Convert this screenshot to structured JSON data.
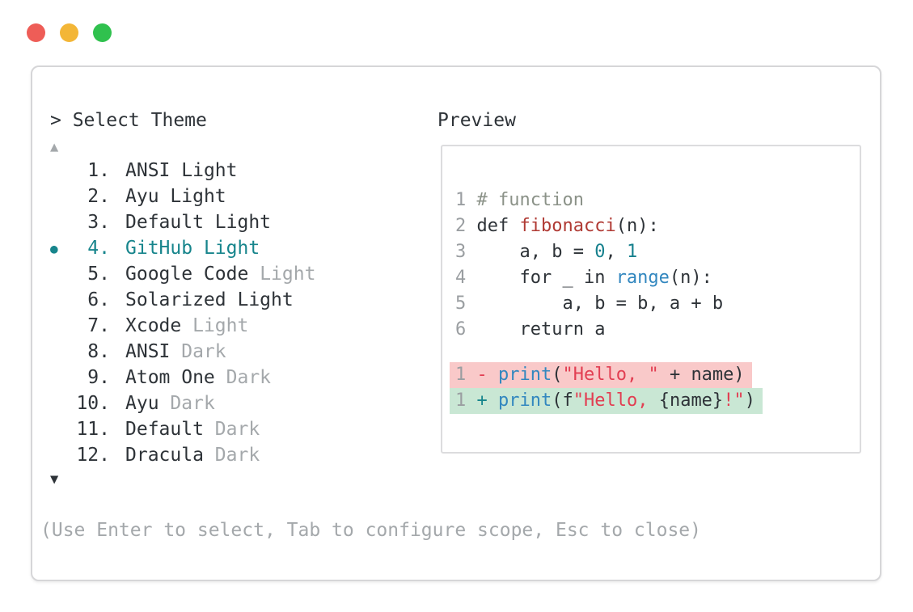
{
  "window": {
    "traffic_lights": [
      {
        "name": "close",
        "color_key": "traffic_red"
      },
      {
        "name": "minimize",
        "color_key": "traffic_yellow"
      },
      {
        "name": "zoom",
        "color_key": "traffic_green"
      }
    ]
  },
  "prompt": "> Select Theme",
  "scroll_up_indicator": "▲",
  "scroll_down_indicator": "▼",
  "selected_marker": "●",
  "themes": [
    {
      "number": "1.",
      "name": "ANSI",
      "variant": "Light",
      "variant_dim": false,
      "selected": false
    },
    {
      "number": "2.",
      "name": "Ayu",
      "variant": "Light",
      "variant_dim": false,
      "selected": false
    },
    {
      "number": "3.",
      "name": "Default",
      "variant": "Light",
      "variant_dim": false,
      "selected": false
    },
    {
      "number": "4.",
      "name": "GitHub",
      "variant": "Light",
      "variant_dim": false,
      "selected": true
    },
    {
      "number": "5.",
      "name": "Google Code",
      "variant": "Light",
      "variant_dim": true,
      "selected": false
    },
    {
      "number": "6.",
      "name": "Solarized",
      "variant": "Light",
      "variant_dim": false,
      "selected": false
    },
    {
      "number": "7.",
      "name": "Xcode",
      "variant": "Light",
      "variant_dim": true,
      "selected": false
    },
    {
      "number": "8.",
      "name": "ANSI",
      "variant": "Dark",
      "variant_dim": true,
      "selected": false
    },
    {
      "number": "9.",
      "name": "Atom One",
      "variant": "Dark",
      "variant_dim": true,
      "selected": false
    },
    {
      "number": "10.",
      "name": "Ayu",
      "variant": "Dark",
      "variant_dim": true,
      "selected": false
    },
    {
      "number": "11.",
      "name": "Default",
      "variant": "Dark",
      "variant_dim": true,
      "selected": false
    },
    {
      "number": "12.",
      "name": "Dracula",
      "variant": "Dark",
      "variant_dim": true,
      "selected": false
    }
  ],
  "hint": "(Use Enter to select, Tab to configure scope, Esc to close)",
  "preview": {
    "label": "Preview",
    "code_lines": [
      {
        "line_num": "1",
        "tokens": [
          [
            "cm",
            "# function"
          ]
        ]
      },
      {
        "line_num": "2",
        "tokens": [
          [
            "pl",
            "def "
          ],
          [
            "fn",
            "fibonacci"
          ],
          [
            "pl",
            "(n):"
          ]
        ]
      },
      {
        "line_num": "3",
        "tokens": [
          [
            "pl",
            "    a, b = "
          ],
          [
            "num",
            "0"
          ],
          [
            "pl",
            ", "
          ],
          [
            "num",
            "1"
          ]
        ]
      },
      {
        "line_num": "4",
        "tokens": [
          [
            "pl",
            "    for _ in "
          ],
          [
            "kw",
            "range"
          ],
          [
            "pl",
            "(n):"
          ]
        ]
      },
      {
        "line_num": "5",
        "tokens": [
          [
            "pl",
            "        a, b = b, a + b"
          ]
        ]
      },
      {
        "line_num": "6",
        "tokens": [
          [
            "pl",
            "    return a"
          ]
        ]
      }
    ],
    "diff_lines": [
      {
        "line_num": "1",
        "sign": "-",
        "kind": "removed",
        "tokens": [
          [
            "kw",
            "print"
          ],
          [
            "pl",
            "("
          ],
          [
            "str",
            "\"Hello, \""
          ],
          [
            "pl",
            " + name)"
          ]
        ]
      },
      {
        "line_num": "1",
        "sign": "+",
        "kind": "added",
        "tokens": [
          [
            "kw",
            "print"
          ],
          [
            "pl",
            "(f"
          ],
          [
            "str",
            "\"Hello, "
          ],
          [
            "pl",
            "{name}"
          ],
          [
            "str",
            "!\""
          ],
          [
            "pl",
            ")"
          ]
        ]
      }
    ]
  },
  "colors": {
    "text_dark": "#2e3338",
    "text_gray": "#a4a8ab",
    "line_number_gray": "#9a9ea1",
    "accent_teal": "#17858c",
    "comment_green": "#8b9288",
    "function_red": "#b03a34",
    "number_teal": "#16808d",
    "keyword_blue": "#3287bf",
    "string_crimson": "#e23e52",
    "diff_removed_bg": "#f9c9c9",
    "diff_added_bg": "#c9e7d4",
    "panel_border": "#d6d6d8",
    "preview_border": "#dcdcde",
    "traffic_red": "#ee5d57",
    "traffic_yellow": "#f3b637",
    "traffic_green": "#30c14e"
  }
}
